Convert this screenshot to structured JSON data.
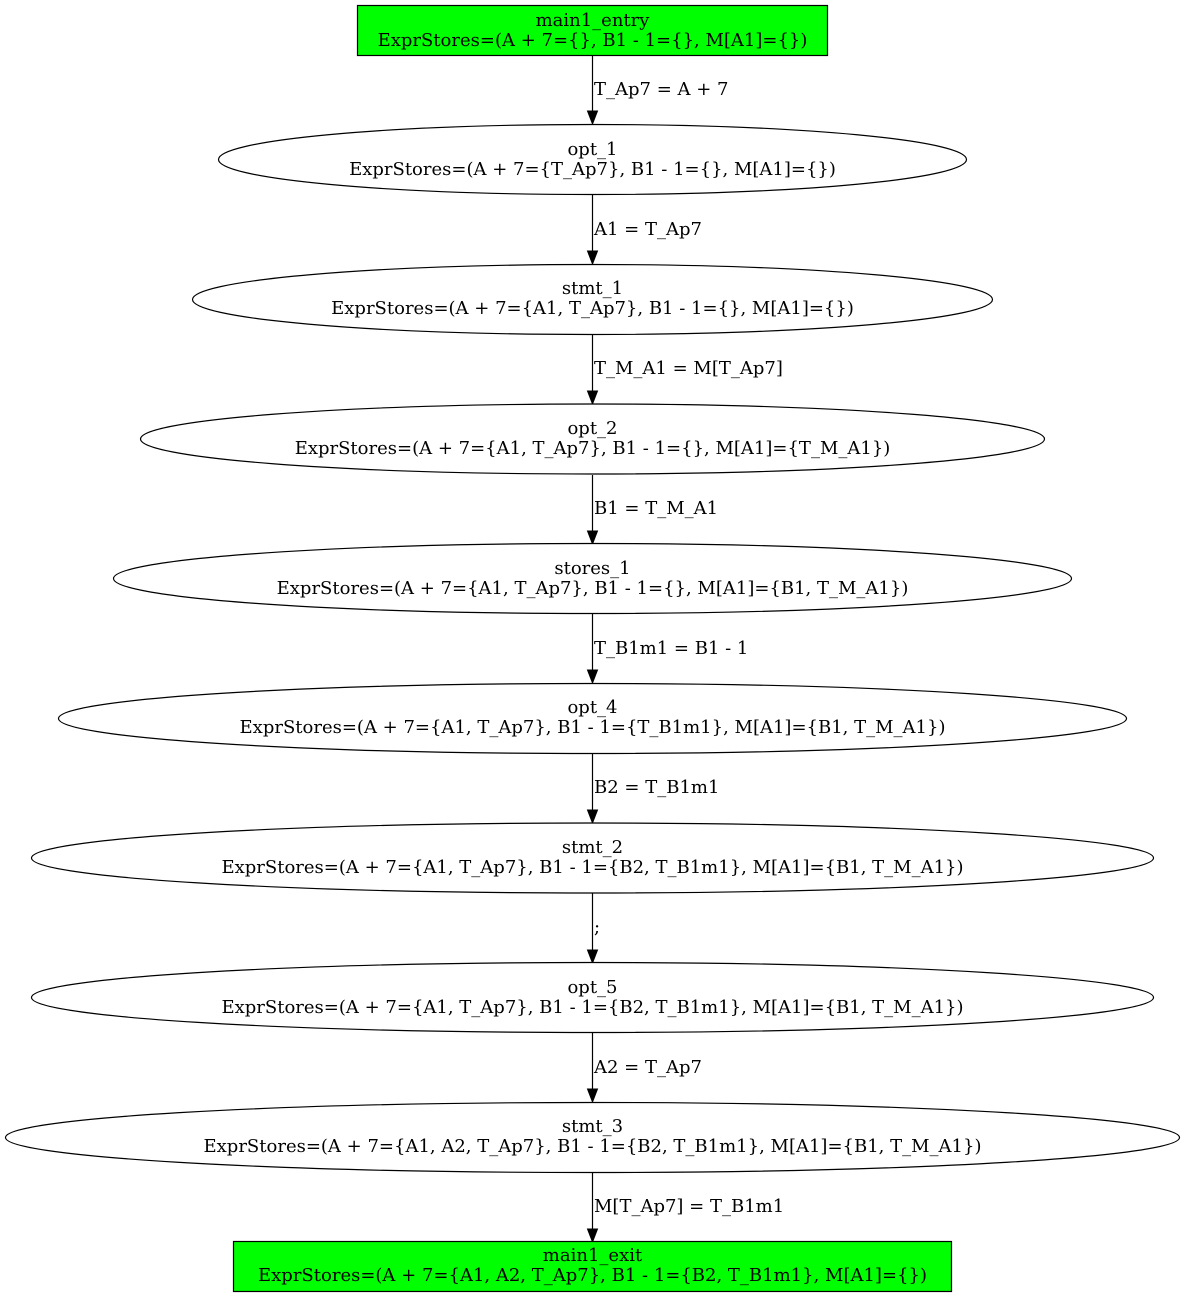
{
  "colors": {
    "terminal_fill": "#00ff00",
    "node_fill": "#ffffff",
    "stroke": "#000000"
  },
  "nodes": [
    {
      "id": "main1_entry",
      "shape": "box",
      "title": "main1_entry",
      "body": "ExprStores=(A + 7={}, B1 - 1={}, M[A1]={})"
    },
    {
      "id": "opt_1",
      "shape": "ellipse",
      "title": "opt_1",
      "body": "ExprStores=(A + 7={T_Ap7}, B1 - 1={}, M[A1]={})"
    },
    {
      "id": "stmt_1",
      "shape": "ellipse",
      "title": "stmt_1",
      "body": "ExprStores=(A + 7={A1, T_Ap7}, B1 - 1={}, M[A1]={})"
    },
    {
      "id": "opt_2",
      "shape": "ellipse",
      "title": "opt_2",
      "body": "ExprStores=(A + 7={A1, T_Ap7}, B1 - 1={}, M[A1]={T_M_A1})"
    },
    {
      "id": "stores_1",
      "shape": "ellipse",
      "title": "stores_1",
      "body": "ExprStores=(A + 7={A1, T_Ap7}, B1 - 1={}, M[A1]={B1, T_M_A1})"
    },
    {
      "id": "opt_4",
      "shape": "ellipse",
      "title": "opt_4",
      "body": "ExprStores=(A + 7={A1, T_Ap7}, B1 - 1={T_B1m1}, M[A1]={B1, T_M_A1})"
    },
    {
      "id": "stmt_2",
      "shape": "ellipse",
      "title": "stmt_2",
      "body": "ExprStores=(A + 7={A1, T_Ap7}, B1 - 1={B2, T_B1m1}, M[A1]={B1, T_M_A1})"
    },
    {
      "id": "opt_5",
      "shape": "ellipse",
      "title": "opt_5",
      "body": "ExprStores=(A + 7={A1, T_Ap7}, B1 - 1={B2, T_B1m1}, M[A1]={B1, T_M_A1})"
    },
    {
      "id": "stmt_3",
      "shape": "ellipse",
      "title": "stmt_3",
      "body": "ExprStores=(A + 7={A1, A2, T_Ap7}, B1 - 1={B2, T_B1m1}, M[A1]={B1, T_M_A1})"
    },
    {
      "id": "main1_exit",
      "shape": "box",
      "title": "main1_exit",
      "body": "ExprStores=(A + 7={A1, A2, T_Ap7}, B1 - 1={B2, T_B1m1}, M[A1]={})"
    }
  ],
  "edges": [
    {
      "from": "main1_entry",
      "to": "opt_1",
      "label": "T_Ap7 = A + 7"
    },
    {
      "from": "opt_1",
      "to": "stmt_1",
      "label": "A1 = T_Ap7"
    },
    {
      "from": "stmt_1",
      "to": "opt_2",
      "label": "T_M_A1 = M[T_Ap7]"
    },
    {
      "from": "opt_2",
      "to": "stores_1",
      "label": "B1 = T_M_A1"
    },
    {
      "from": "stores_1",
      "to": "opt_4",
      "label": "T_B1m1 = B1 - 1"
    },
    {
      "from": "opt_4",
      "to": "stmt_2",
      "label": "B2 = T_B1m1"
    },
    {
      "from": "stmt_2",
      "to": "opt_5",
      "label": ";"
    },
    {
      "from": "opt_5",
      "to": "stmt_3",
      "label": "A2 = T_Ap7"
    },
    {
      "from": "stmt_3",
      "to": "main1_exit",
      "label": "M[T_Ap7] = T_B1m1"
    }
  ]
}
